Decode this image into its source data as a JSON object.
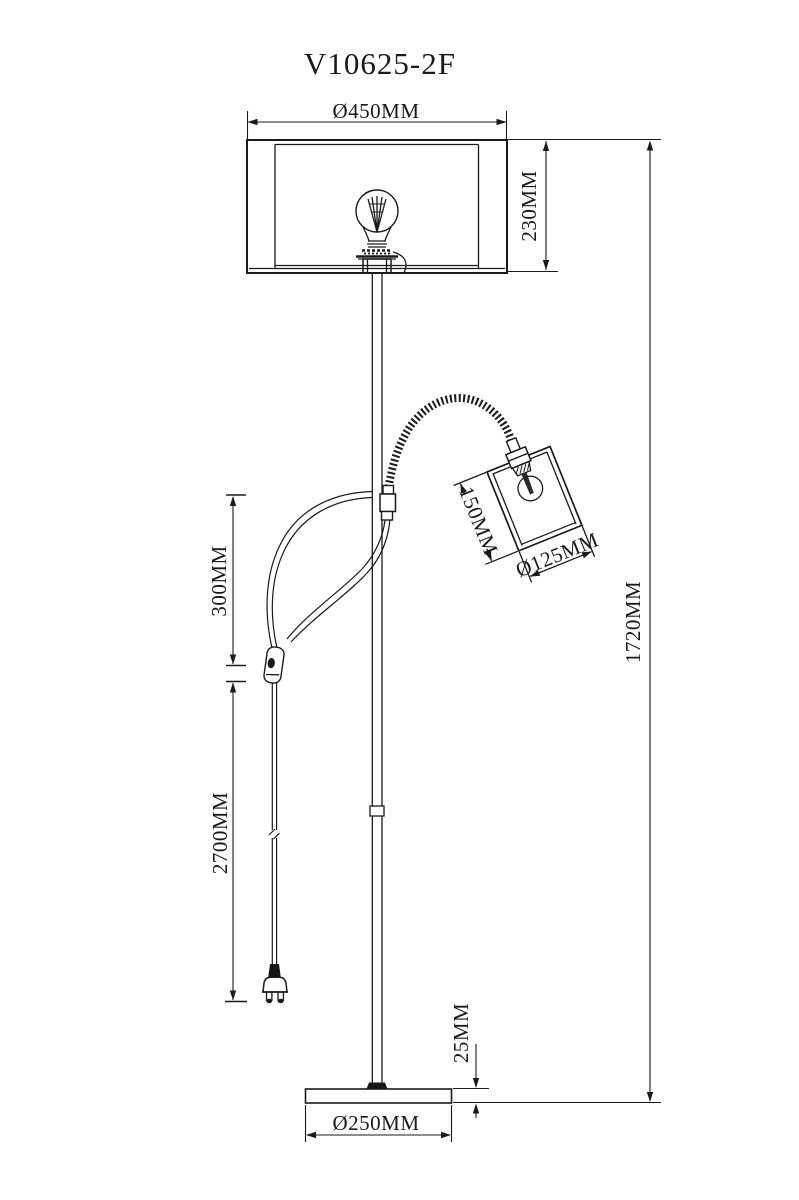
{
  "title": "V10625-2F",
  "dims": {
    "shade_diameter": "Ø450MM",
    "shade_height": "230MM",
    "total_height": "1720MM",
    "cord_upper": "300MM",
    "cord_length": "2700MM",
    "spot_height": "150MM",
    "spot_diameter": "Ø125MM",
    "base_height": "25MM",
    "base_diameter": "Ø250MM"
  },
  "colors": {
    "line": "#1a1a1a",
    "background": "#ffffff"
  }
}
